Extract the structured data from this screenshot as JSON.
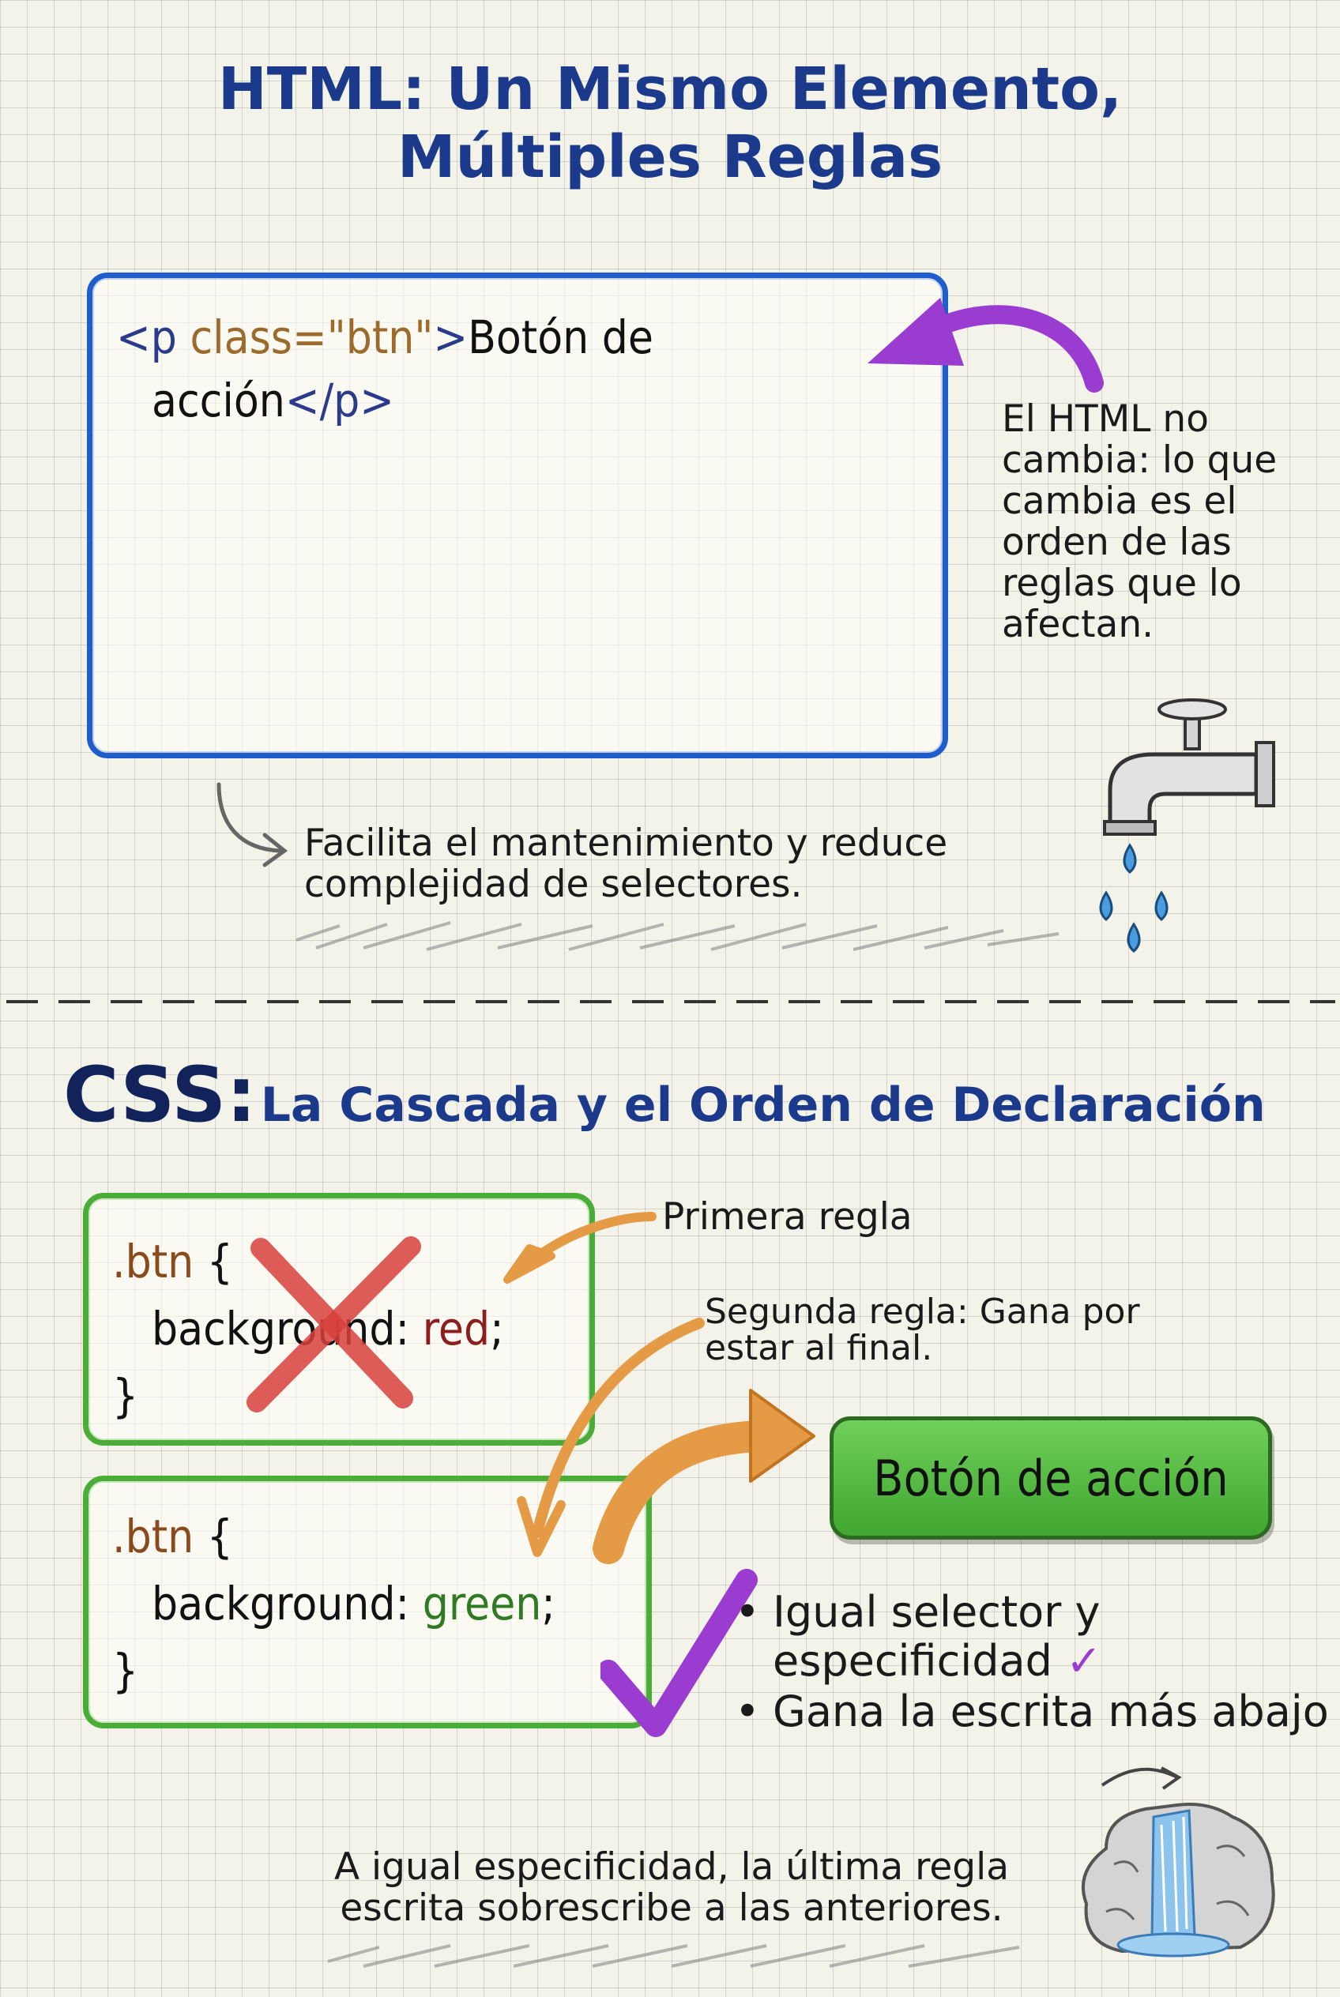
{
  "section1": {
    "title_line1": "HTML: Un Mismo Elemento,",
    "title_line2": "Múltiples Reglas",
    "code_open_tag": "<p",
    "code_attr": " class=\"btn\"",
    "code_gt": ">",
    "code_text1": "Botón de",
    "code_text2": "acción",
    "code_close_tag": "</p>",
    "side_note_lines": [
      "El HTML no",
      "cambia: lo que",
      "cambia es el",
      "orden de las",
      "reglas que lo",
      "afectan."
    ],
    "bottom_note_line1": "Facilita el mantenimiento y reduce",
    "bottom_note_line2": "complejidad de selectores."
  },
  "section2": {
    "heading_prefix": "CSS:",
    "heading_rest": "La Cascada y el Orden de Declaración",
    "rule1": {
      "selector": ".btn",
      "open": " {",
      "property": "background:",
      "value": "red",
      "semi": ";",
      "close": "}"
    },
    "rule2": {
      "selector": ".btn",
      "open": " {",
      "property": "background:",
      "value": "green",
      "semi": ";",
      "close": "}"
    },
    "label_first": "Primera regla",
    "label_second_line1": "Segunda regla: Gana por",
    "label_second_line2": "estar al final.",
    "result_button": "Botón de acción",
    "bullets": [
      {
        "line1": "Igual selector y",
        "line2": "especificidad",
        "check": "✓"
      },
      {
        "line1": "Gana la escrita más abajo",
        "check": "✓"
      }
    ],
    "bullet_glyph": "•",
    "conclusion_line1": "A igual especificidad, la última regla",
    "conclusion_line2": "escrita sobrescribe a las anteriores."
  },
  "colors": {
    "title": "#1c3a8c",
    "blue_box": "#1f5ccc",
    "green_box": "#4aad38",
    "purple_arrow": "#9a3ccf",
    "orange_arrow": "#e59a45",
    "red_cross": "#d8413c"
  },
  "icons": [
    "faucet-icon",
    "water-drop-icon",
    "waterfall-icon",
    "purple-arrow-icon",
    "orange-arrow-icon",
    "gray-arrow-icon",
    "cross-icon",
    "checkmark-icon"
  ]
}
